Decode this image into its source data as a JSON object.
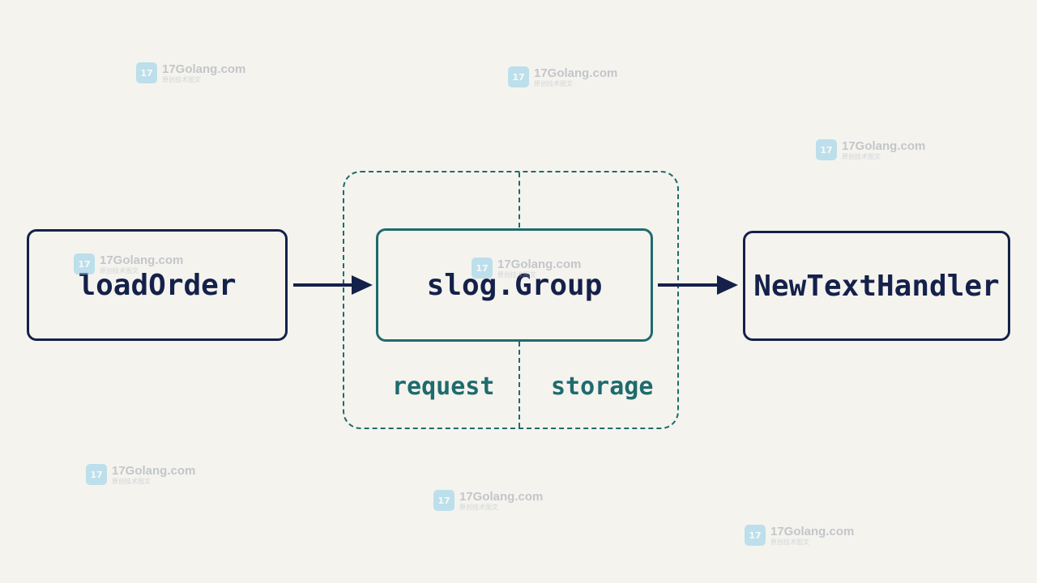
{
  "diagram": {
    "source_node": {
      "label": "loadOrder"
    },
    "group_node": {
      "label": "slog.Group"
    },
    "handler_node": {
      "label": "NewTextHandler"
    },
    "group_attrs": [
      {
        "label": "request"
      },
      {
        "label": "storage"
      }
    ],
    "colors": {
      "navy": "#14214a",
      "teal": "#1e6b6e",
      "background": "#f5f3ee"
    }
  },
  "watermark": {
    "site": "17Golang.com",
    "tagline": "原创技术图文",
    "logo_text": "17"
  }
}
